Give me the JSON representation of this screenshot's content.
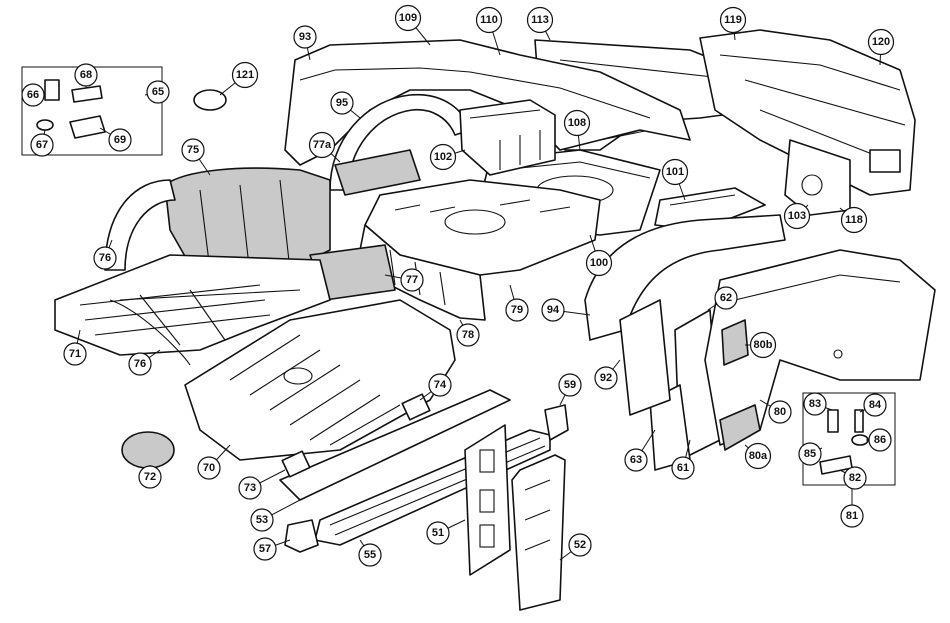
{
  "diagram": {
    "callouts": [
      {
        "id": "c51",
        "label": "51"
      },
      {
        "id": "c52",
        "label": "52"
      },
      {
        "id": "c53",
        "label": "53"
      },
      {
        "id": "c55",
        "label": "55"
      },
      {
        "id": "c57",
        "label": "57"
      },
      {
        "id": "c59",
        "label": "59"
      },
      {
        "id": "c61",
        "label": "61"
      },
      {
        "id": "c62",
        "label": "62"
      },
      {
        "id": "c63",
        "label": "63"
      },
      {
        "id": "c65",
        "label": "65"
      },
      {
        "id": "c66",
        "label": "66"
      },
      {
        "id": "c67",
        "label": "67"
      },
      {
        "id": "c68",
        "label": "68"
      },
      {
        "id": "c69",
        "label": "69"
      },
      {
        "id": "c70",
        "label": "70"
      },
      {
        "id": "c71",
        "label": "71"
      },
      {
        "id": "c72",
        "label": "72"
      },
      {
        "id": "c73",
        "label": "73"
      },
      {
        "id": "c74",
        "label": "74"
      },
      {
        "id": "c75",
        "label": "75"
      },
      {
        "id": "c76a",
        "label": "76"
      },
      {
        "id": "c76b",
        "label": "76"
      },
      {
        "id": "c77",
        "label": "77"
      },
      {
        "id": "c77a",
        "label": "77a"
      },
      {
        "id": "c78",
        "label": "78"
      },
      {
        "id": "c79",
        "label": "79"
      },
      {
        "id": "c80",
        "label": "80"
      },
      {
        "id": "c80a",
        "label": "80a"
      },
      {
        "id": "c80b",
        "label": "80b"
      },
      {
        "id": "c81",
        "label": "81"
      },
      {
        "id": "c82",
        "label": "82"
      },
      {
        "id": "c83",
        "label": "83"
      },
      {
        "id": "c84",
        "label": "84"
      },
      {
        "id": "c85",
        "label": "85"
      },
      {
        "id": "c86",
        "label": "86"
      },
      {
        "id": "c92",
        "label": "92"
      },
      {
        "id": "c93",
        "label": "93"
      },
      {
        "id": "c94",
        "label": "94"
      },
      {
        "id": "c95",
        "label": "95"
      },
      {
        "id": "c100",
        "label": "100"
      },
      {
        "id": "c101",
        "label": "101"
      },
      {
        "id": "c102",
        "label": "102"
      },
      {
        "id": "c103",
        "label": "103"
      },
      {
        "id": "c108",
        "label": "108"
      },
      {
        "id": "c109",
        "label": "109"
      },
      {
        "id": "c110",
        "label": "110"
      },
      {
        "id": "c113",
        "label": "113"
      },
      {
        "id": "c118",
        "label": "118"
      },
      {
        "id": "c119",
        "label": "119"
      },
      {
        "id": "c120",
        "label": "120"
      },
      {
        "id": "c121",
        "label": "121"
      }
    ],
    "colors": {
      "ink": "#111111",
      "paper": "#ffffff",
      "texture": "#c9c9c9"
    }
  }
}
